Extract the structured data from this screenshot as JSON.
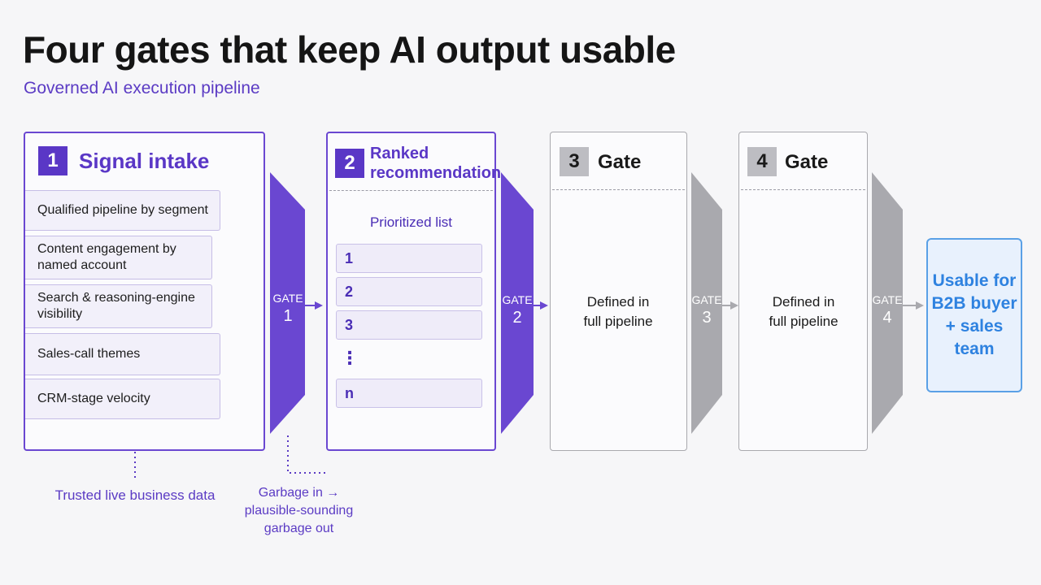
{
  "title": "Four gates that keep AI output usable",
  "subtitle": "Governed AI execution pipeline",
  "stages": [
    {
      "number": "1",
      "title": "Signal intake"
    },
    {
      "number": "2",
      "title": "Ranked recommendation"
    },
    {
      "number": "3",
      "title": "Gate"
    },
    {
      "number": "4",
      "title": "Gate"
    }
  ],
  "signals": [
    "Qualified pipeline by segment",
    "Content engagement by named account",
    "Search & reasoning-engine visibility",
    "Sales-call themes",
    "CRM-stage velocity"
  ],
  "ranked": {
    "list_title": "Prioritized list",
    "rows": [
      "1",
      "2",
      "3",
      "n"
    ],
    "ellipsis": "⋮"
  },
  "gates": [
    {
      "word": "GATE",
      "number": "1"
    },
    {
      "word": "GATE",
      "number": "2"
    },
    {
      "word": "GATE",
      "number": "3"
    },
    {
      "word": "GATE",
      "number": "4"
    }
  ],
  "placeholder_text": "Defined in full pipeline",
  "final_output": "Usable for B2B buyer + sales team",
  "notes": {
    "trusted": "Trusted live business data",
    "garbage": "Garbage in → plausible-sounding garbage out"
  },
  "colors": {
    "purple": "#5a37c6",
    "gate_purple": "#6a47d1",
    "gray": "#a9a9ae",
    "blue": "#2e82e0"
  }
}
